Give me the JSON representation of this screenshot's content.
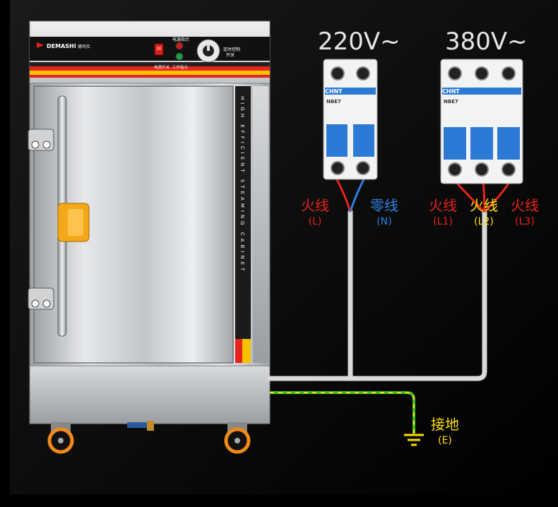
{
  "voltage": {
    "v220": "220V~",
    "v380": "380V~"
  },
  "brand": {
    "logo": "DEMASHI",
    "logo_sub": "德玛仕",
    "breaker": "CHNT",
    "model": "NBE7"
  },
  "panel": {
    "power_indicator": "电源指示",
    "power_switch": "电源开关",
    "work_indicator": "工作指示",
    "timer_switch_line1": "定时控制",
    "timer_switch_line2": "开关"
  },
  "door_strip": "HIGH EFFICIENT STEAMING CABINET",
  "labels": {
    "single_live": "火线",
    "single_live_code": "(L)",
    "neutral": "零线",
    "neutral_code": "(N)",
    "live1": "火线",
    "live1_code": "(L1)",
    "live2": "火线",
    "live2_code": "(L2)",
    "live3": "火线",
    "live3_code": "(L3)",
    "ground": "接地",
    "ground_code": "(E)"
  },
  "colors": {
    "live": "#e8231b",
    "neutral": "#2f7fe0",
    "ground": "#ffe000",
    "cable": "#d9d9d9",
    "breaker_blue": "#2c7ad6"
  }
}
